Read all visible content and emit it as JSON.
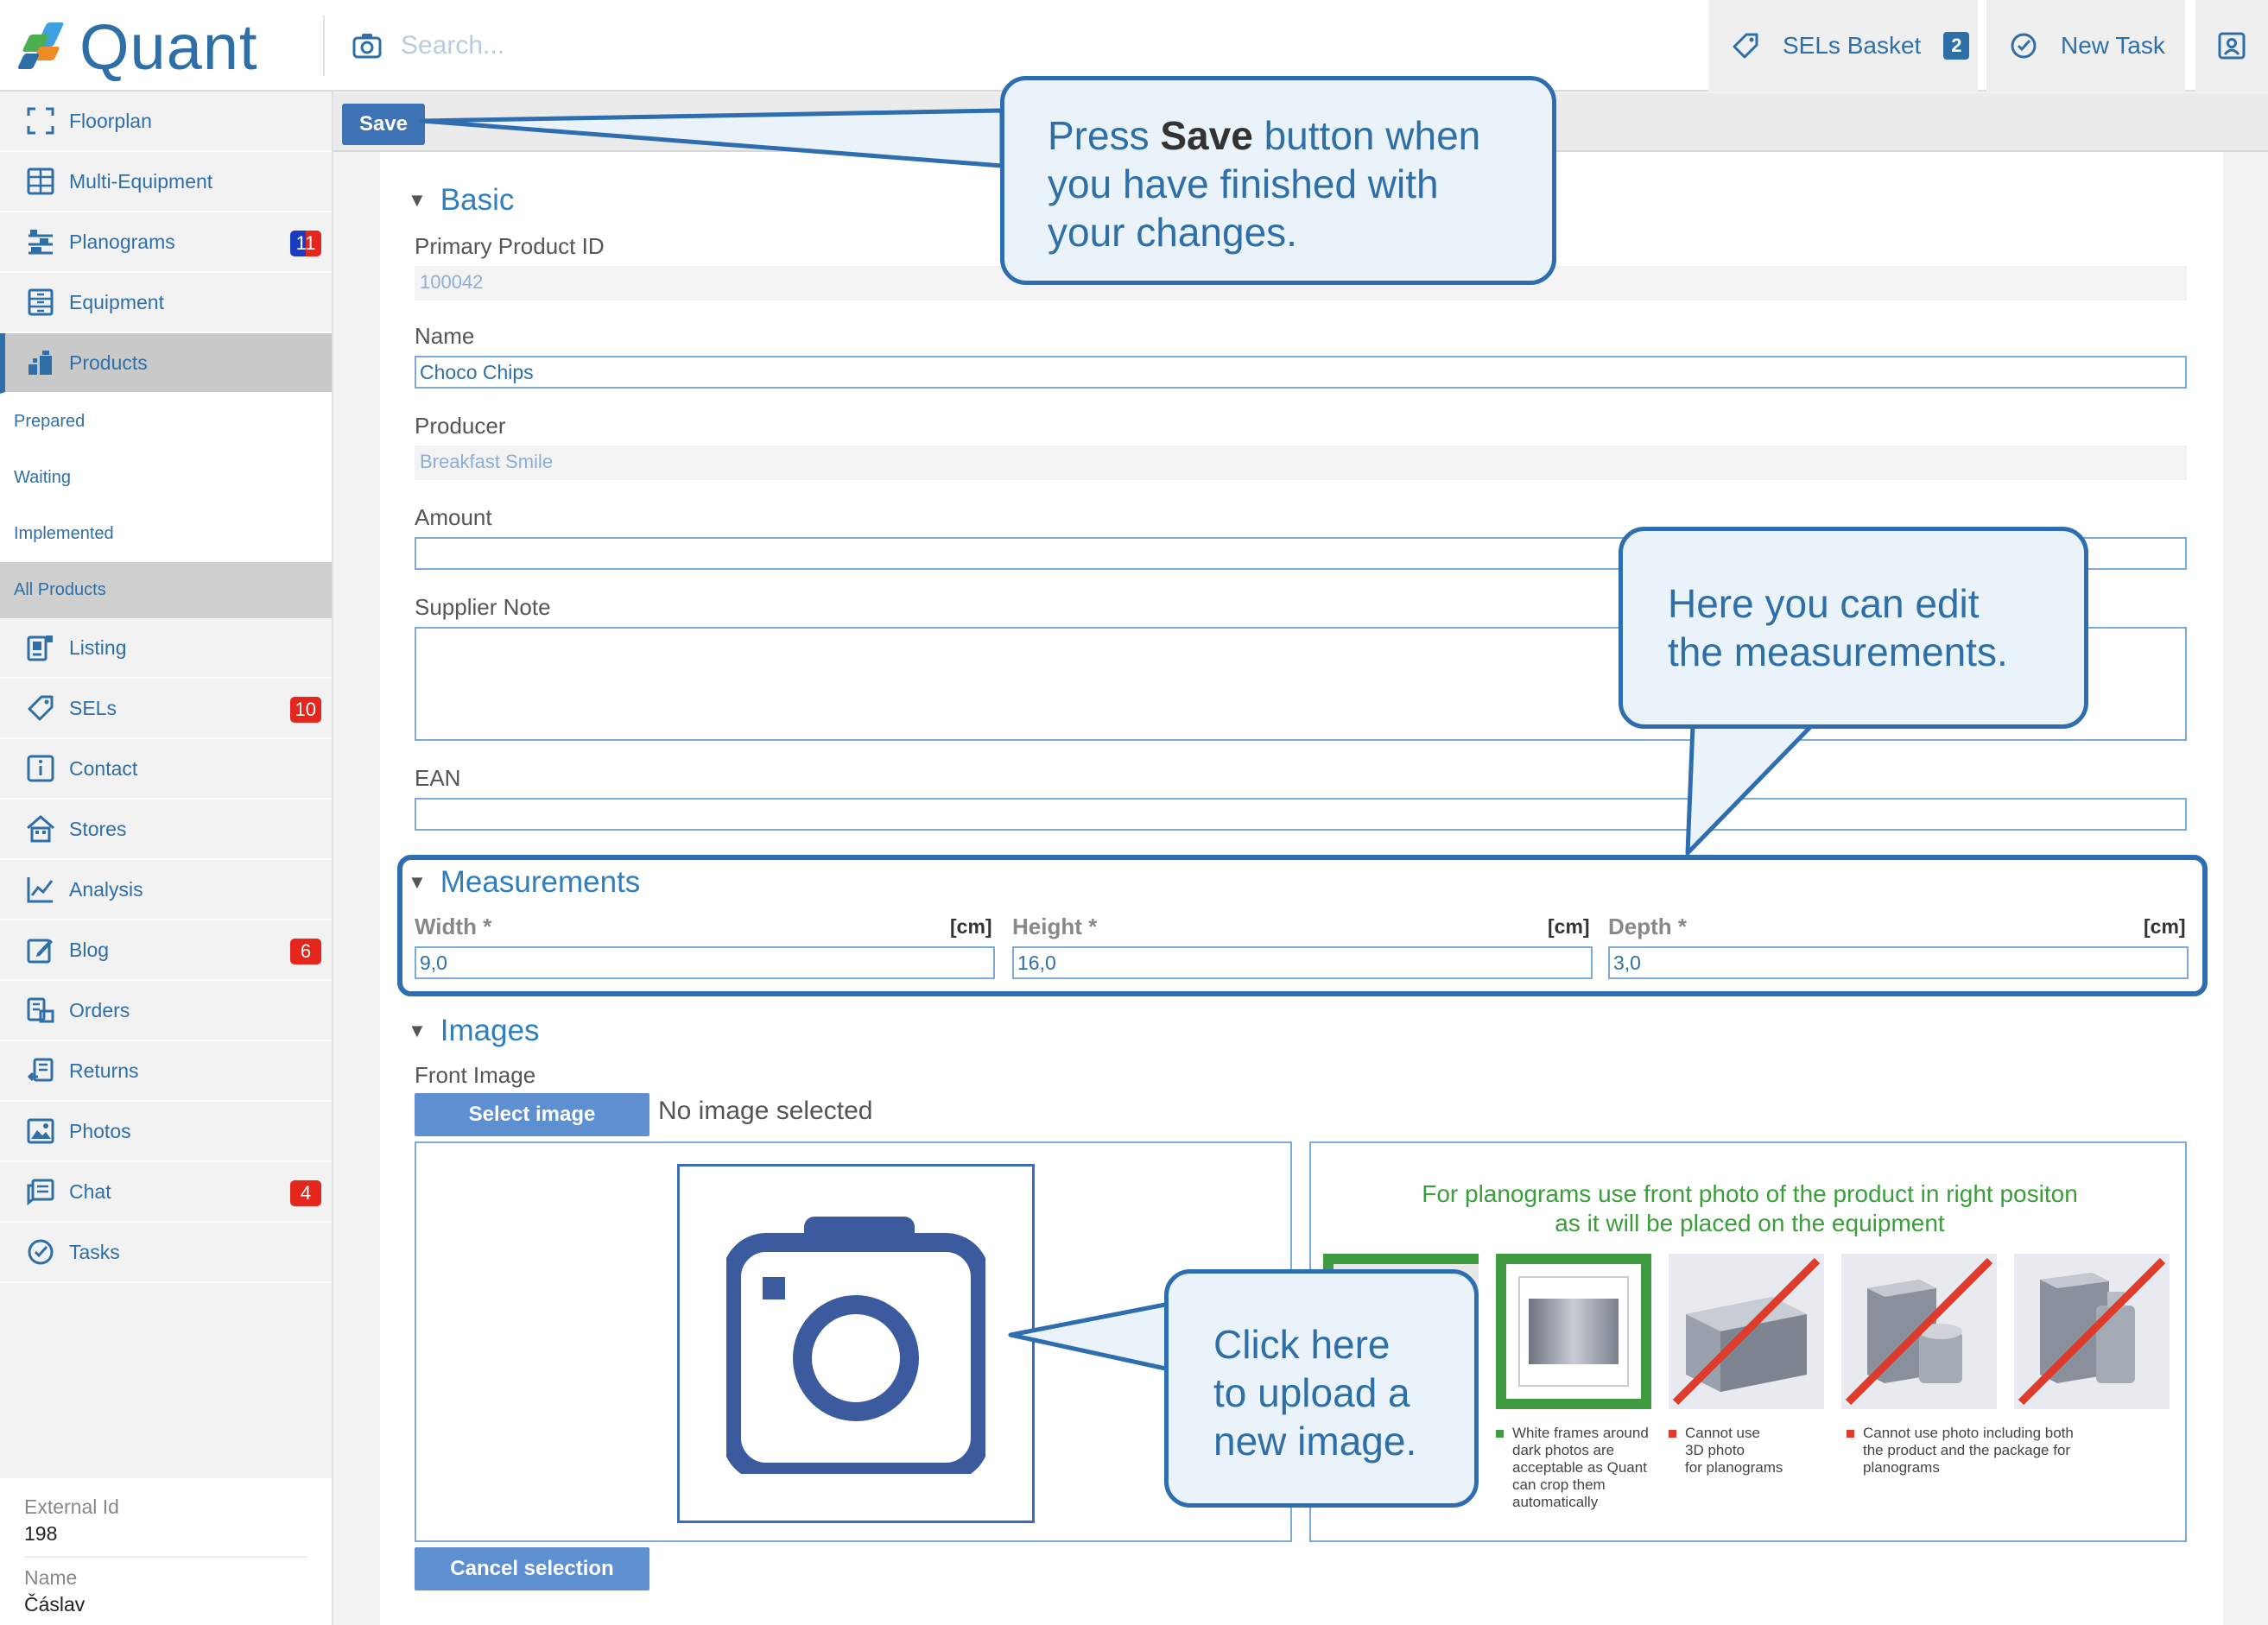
{
  "header": {
    "app_name": "Quant",
    "search_placeholder": "Search...",
    "sels_basket_label": "SELs Basket",
    "sels_basket_count": "2",
    "new_task_label": "New Task"
  },
  "sidebar": {
    "items": [
      {
        "label": "Floorplan",
        "icon": "floorplan-icon"
      },
      {
        "label": "Multi-Equipment",
        "icon": "multi-equipment-icon"
      },
      {
        "label": "Planograms",
        "icon": "planograms-icon",
        "badge": "11"
      },
      {
        "label": "Equipment",
        "icon": "equipment-icon"
      },
      {
        "label": "Products",
        "icon": "products-icon"
      },
      {
        "label": "Listing",
        "icon": "listing-icon"
      },
      {
        "label": "SELs",
        "icon": "tag-icon",
        "badge": "10"
      },
      {
        "label": "Contact",
        "icon": "info-icon"
      },
      {
        "label": "Stores",
        "icon": "stores-icon"
      },
      {
        "label": "Analysis",
        "icon": "analysis-icon"
      },
      {
        "label": "Blog",
        "icon": "blog-icon",
        "badge": "6"
      },
      {
        "label": "Orders",
        "icon": "orders-icon"
      },
      {
        "label": "Returns",
        "icon": "returns-icon"
      },
      {
        "label": "Photos",
        "icon": "photos-icon"
      },
      {
        "label": "Chat",
        "icon": "chat-icon",
        "badge": "4"
      },
      {
        "label": "Tasks",
        "icon": "tasks-icon"
      }
    ],
    "sub_items": [
      "Prepared",
      "Waiting",
      "Implemented",
      "All Products"
    ],
    "info": {
      "external_id_label": "External Id",
      "external_id_value": "198",
      "name_label": "Name",
      "name_value": "Čáslav"
    }
  },
  "toolbar": {
    "save_label": "Save"
  },
  "form": {
    "basic_title": "Basic",
    "primary_product_id_label": "Primary Product ID",
    "primary_product_id_value": "100042",
    "name_label": "Name",
    "name_value": "Choco Chips",
    "producer_label": "Producer",
    "producer_value": "Breakfast Smile",
    "amount_label": "Amount",
    "amount_value": "",
    "supplier_note_label": "Supplier Note",
    "ean_label": "EAN",
    "ean_value": "",
    "measurements_title": "Measurements",
    "width_label": "Width *",
    "height_label": "Height *",
    "depth_label": "Depth *",
    "unit": "[cm]",
    "width_value": "9,0",
    "height_value": "16,0",
    "depth_value": "3,0",
    "images_title": "Images",
    "front_image_label": "Front Image",
    "select_image_label": "Select image",
    "no_image_text": "No image selected",
    "cancel_selection_label": "Cancel selection"
  },
  "guide": {
    "title_line1": "For planograms use front photo of the product in right positon",
    "title_line2": "as it will be placed on the equipment",
    "caption1": [
      "White frames around",
      "dark photos are",
      "acceptable as Quant",
      "can crop them",
      "automatically"
    ],
    "caption2": [
      "Cannot use",
      "3D photo",
      "for planograms"
    ],
    "caption3": [
      "Cannot use photo including both",
      "the product and the package for",
      "planograms"
    ]
  },
  "callouts": {
    "save_pre": "Press ",
    "save_bold": "Save",
    "save_post": " button when",
    "save_line2": "you have finished with",
    "save_line3": "your changes.",
    "measure_line1": "Here you can edit",
    "measure_line2": "the measurements.",
    "upload_line1": "Click here",
    "upload_line2": "to upload a",
    "upload_line3": "new image."
  },
  "colors": {
    "accent": "#2f6fa7",
    "badge_red": "#e5261c",
    "guide_green": "#3a9e3a"
  }
}
